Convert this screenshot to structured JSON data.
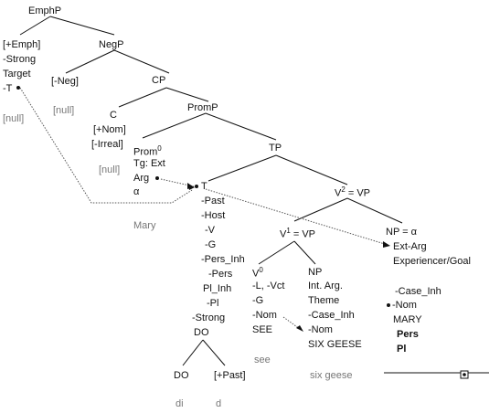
{
  "tree": {
    "emphp": "EmphP",
    "emph_feats": [
      "[+Emph]",
      "-Strong",
      "Target",
      "-T"
    ],
    "null_1": "[null]",
    "negp": "NegP",
    "neg": "[-Neg]",
    "null_2": "[null]",
    "cp": "CP",
    "c_feats": [
      "C",
      "[+Nom]",
      "[-Irreal]"
    ],
    "promp": "PromP",
    "prom0": "Prom",
    "prom0_sup": "0",
    "prom_feats": [
      "Tg: Ext",
      "Arg",
      "α"
    ],
    "null_3": "[null]",
    "tp": "TP",
    "t_head": "T",
    "t_feats": [
      "-Past",
      "-Host",
      "-V",
      "-G",
      "-Pers_Inh",
      "-Pers",
      "Pl_Inh",
      "-Pl",
      "-Strong"
    ],
    "mary_gloss": "Mary",
    "do_node": "DO",
    "do_leaf": "DO",
    "past_leaf": "[+Past]",
    "phon_di": "di",
    "phon_d": "d",
    "vp2_prefix": "V",
    "vp2_sup": "2",
    "vp2_suffix": " = VP",
    "vp1_prefix": "V",
    "vp1_sup": "1",
    "vp1_suffix": " = VP",
    "v0": "V",
    "v0_sup": "0",
    "v0_feats": [
      "-L, -Vct",
      "-G",
      "-Nom",
      "SEE"
    ],
    "see_gloss": "see",
    "np_obj": "NP",
    "np_obj_feats": [
      "Int. Arg.",
      "Theme",
      "-Case_Inh",
      "-Nom",
      "SIX GEESE"
    ],
    "six_geese_gloss": "six geese",
    "np_subj": "NP = α",
    "np_subj_feats": [
      "Ext-Arg",
      "Experiencer/Goal"
    ],
    "subj_case": [
      "-Case_Inh",
      "-Nom",
      "MARY",
      "Pers",
      "Pl"
    ]
  }
}
